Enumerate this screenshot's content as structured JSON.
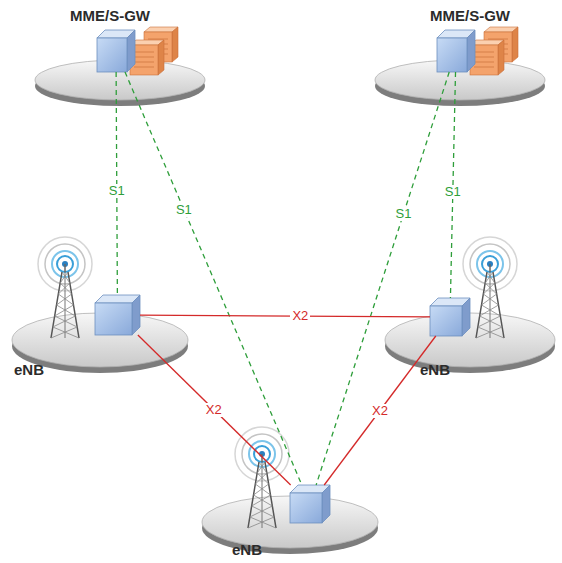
{
  "diagram": {
    "nodes": [
      {
        "text": [
          "MME/S-GW"
        ]
      },
      {
        "text": [
          "MME/S-GW"
        ]
      },
      {
        "text": [
          "eNB"
        ]
      },
      {
        "text": [
          "eNB"
        ]
      },
      {
        "text": [
          "eNB"
        ]
      }
    ],
    "edges": [
      {
        "from": 0,
        "to": 2,
        "arrow": "none",
        "label": "S1"
      },
      {
        "from": 0,
        "to": 4,
        "arrow": "none",
        "label": "S1"
      },
      {
        "from": 1,
        "to": 4,
        "arrow": "none",
        "label": "S1"
      },
      {
        "from": 1,
        "to": 3,
        "arrow": "none",
        "label": "S1"
      },
      {
        "from": 2,
        "to": 3,
        "arrow": "none",
        "label": "X2"
      },
      {
        "from": 2,
        "to": 4,
        "arrow": "none",
        "label": "X2"
      },
      {
        "from": 3,
        "to": 4,
        "arrow": "none",
        "label": "X2"
      }
    ]
  }
}
